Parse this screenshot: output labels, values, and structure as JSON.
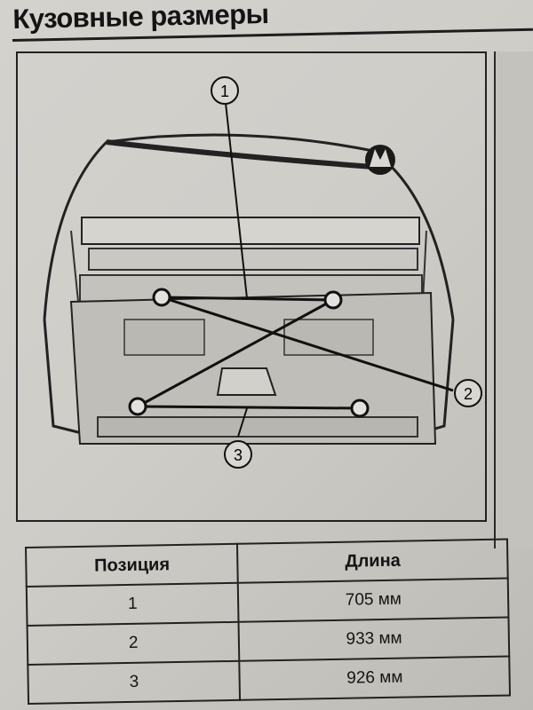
{
  "page": {
    "title": "Кузовные размеры"
  },
  "figure": {
    "callouts": [
      {
        "label": "1"
      },
      {
        "label": "2"
      },
      {
        "label": "3"
      }
    ]
  },
  "table": {
    "headers": [
      "Позиция",
      "Длина"
    ],
    "rows": [
      {
        "position": "1",
        "length": "705 мм"
      },
      {
        "position": "2",
        "length": "933 мм"
      },
      {
        "position": "3",
        "length": "926 мм"
      }
    ]
  }
}
